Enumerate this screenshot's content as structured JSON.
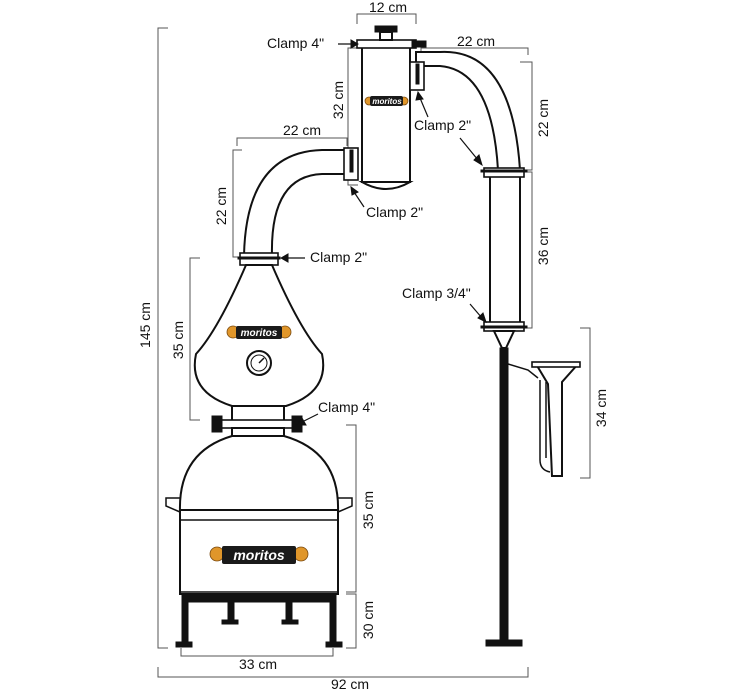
{
  "dimensions": {
    "column_width": "12 cm",
    "top_pipe_width": "22 cm",
    "column_height": "32 cm",
    "top_drop_height": "22 cm",
    "helmet_pipe_width": "22 cm",
    "helmet_pipe_height": "22 cm",
    "helmet_height": "35 cm",
    "condenser_height": "36 cm",
    "total_height": "145 cm",
    "parrot_height": "34 cm",
    "pot_height": "35 cm",
    "stand_height": "30 cm",
    "base_width": "33 cm",
    "total_width": "92 cm"
  },
  "clamps": {
    "column_top": "Clamp 4\"",
    "upper_right": "Clamp 2\"",
    "column_side": "Clamp 2\"",
    "helmet_top": "Clamp 2\"",
    "condenser_bottom": "Clamp 3/4\"",
    "helmet_bottom": "Clamp 4\""
  },
  "branding": {
    "logo_text": "moritos"
  },
  "icons": {
    "thermometer": "thermometer-gauge-icon"
  },
  "colors": {
    "logo_gold": "#e0962a",
    "line": "#111111"
  }
}
